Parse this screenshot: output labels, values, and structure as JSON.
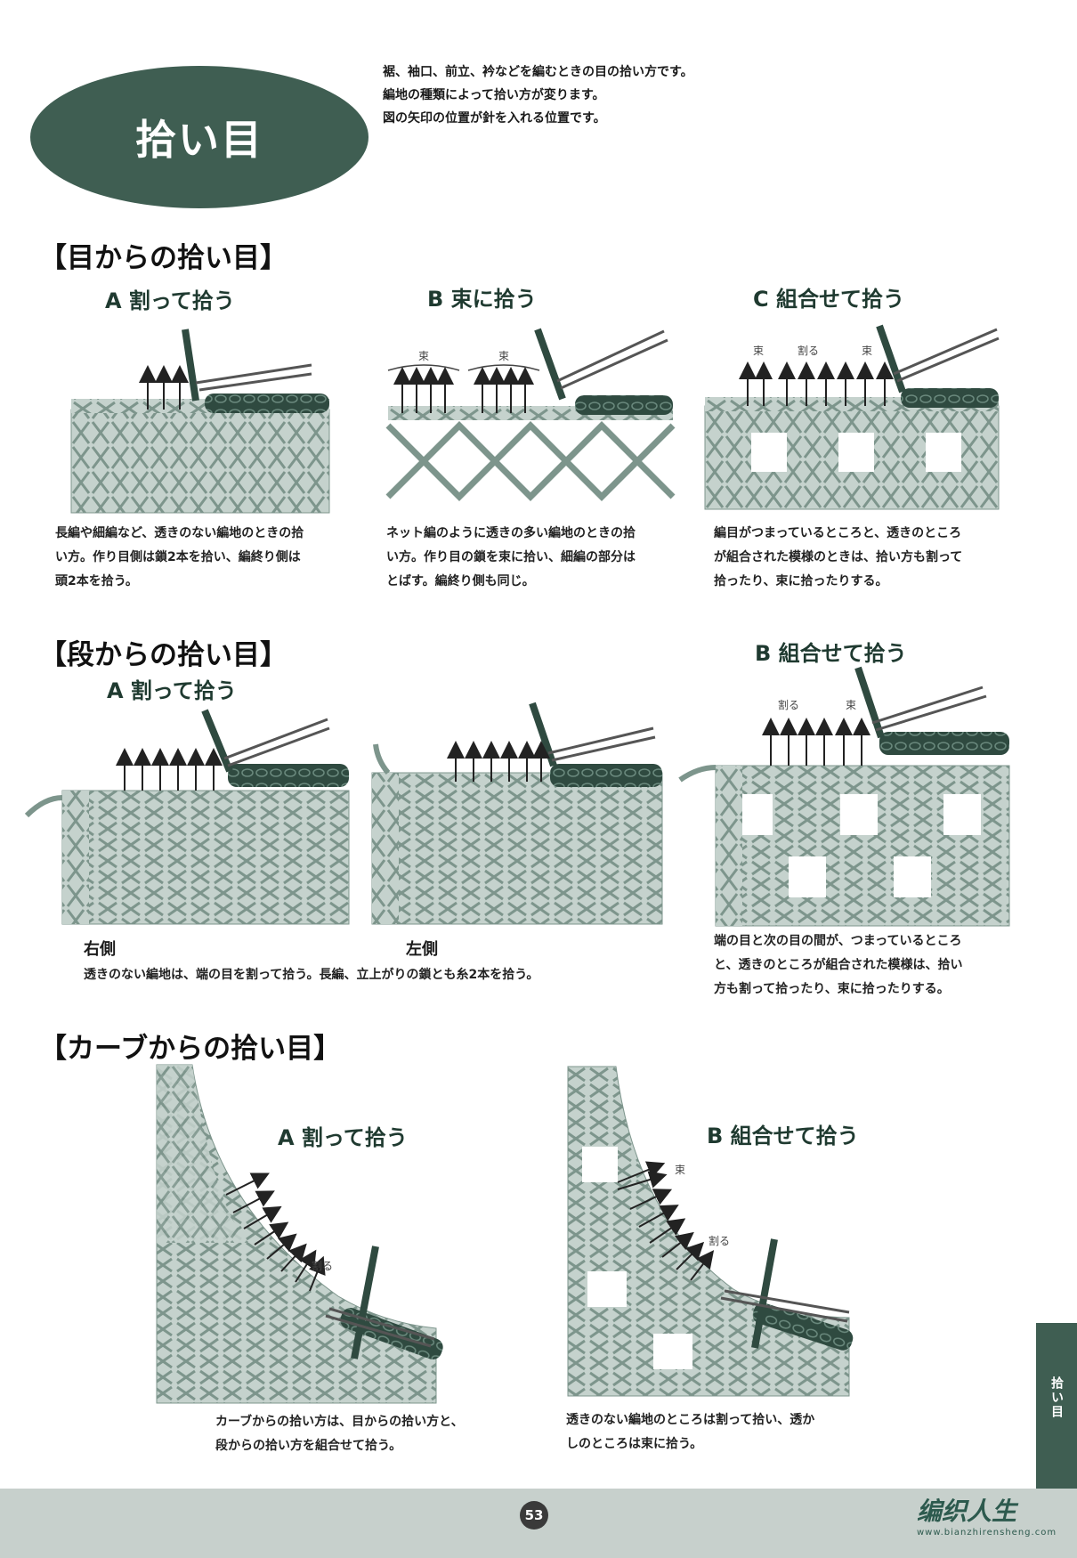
{
  "page": {
    "title": "拾い目",
    "intro": [
      "裾、袖口、前立、衿などを編むときの目の拾い方です。",
      "編地の種類によって拾い方が変ります。",
      "図の矢印の位置が針を入れる位置です。"
    ],
    "side_tab": "拾い目",
    "page_number": "53"
  },
  "watermark": {
    "title": "编织人生",
    "url": "www.bianzhirensheng.com"
  },
  "sections": {
    "from_stitches": {
      "heading": "【目からの拾い目】",
      "a": {
        "title": "A 割って拾う",
        "caption": [
          "長編や細編など、透きのない編地のときの拾",
          "い方。作り目側は鎖2本を拾い、編終り側は",
          "頭2本を拾う。"
        ]
      },
      "b": {
        "title": "B 束に拾う",
        "labels": [
          "束",
          "束"
        ],
        "caption": [
          "ネット編のように透きの多い編地のときの拾",
          "い方。作り目の鎖を束に拾い、細編の部分は",
          "とばす。編終り側も同じ。"
        ]
      },
      "c": {
        "title": "C 組合せて拾う",
        "labels": [
          "束",
          "割る",
          "束"
        ],
        "caption": [
          "編目がつまっているところと、透きのところ",
          "が組合された模様のときは、拾い方も割って",
          "拾ったり、束に拾ったりする。"
        ]
      }
    },
    "from_rows": {
      "heading": "【段からの拾い目】",
      "a": {
        "title": "A 割って拾う",
        "right_label": "右側",
        "left_label": "左側",
        "caption": "透きのない編地は、端の目を割って拾う。長編、立上がりの鎖とも糸2本を拾う。"
      },
      "b": {
        "title": "B 組合せて拾う",
        "labels": [
          "割る",
          "束"
        ],
        "caption": [
          "端の目と次の目の間が、つまっているところ",
          "と、透きのところが組合された模様は、拾い",
          "方も割って拾ったり、束に拾ったりする。"
        ]
      }
    },
    "from_curve": {
      "heading": "【カーブからの拾い目】",
      "a": {
        "title": "A 割って拾う",
        "label": "割る",
        "caption": [
          "カーブからの拾い方は、目からの拾い方と、",
          "段からの拾い方を組合せて拾う。"
        ]
      },
      "b": {
        "title": "B 組合せて拾う",
        "labels": [
          "束",
          "割る"
        ],
        "caption": [
          "透きのない編地のところは割って拾い、透か",
          "しのところは束に拾う。"
        ]
      }
    }
  },
  "colors": {
    "dark_green": "#3f5e52",
    "fabric": "#b9c8c2",
    "fabric_line": "#7d958c",
    "chain": "#2f4a40"
  }
}
